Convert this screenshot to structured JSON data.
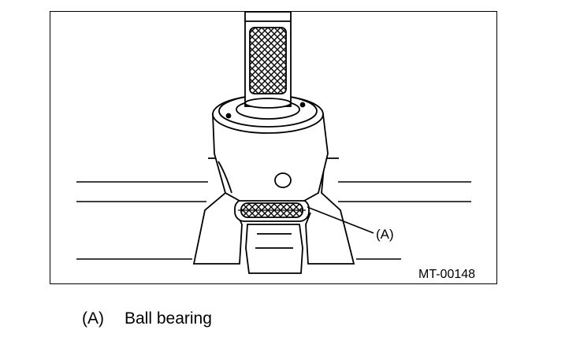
{
  "figure": {
    "figure_id": "MT-00148",
    "callouts": [
      {
        "key": "(A)"
      }
    ]
  },
  "legend": {
    "items": [
      {
        "key": "(A)",
        "text": "Ball bearing"
      }
    ]
  }
}
